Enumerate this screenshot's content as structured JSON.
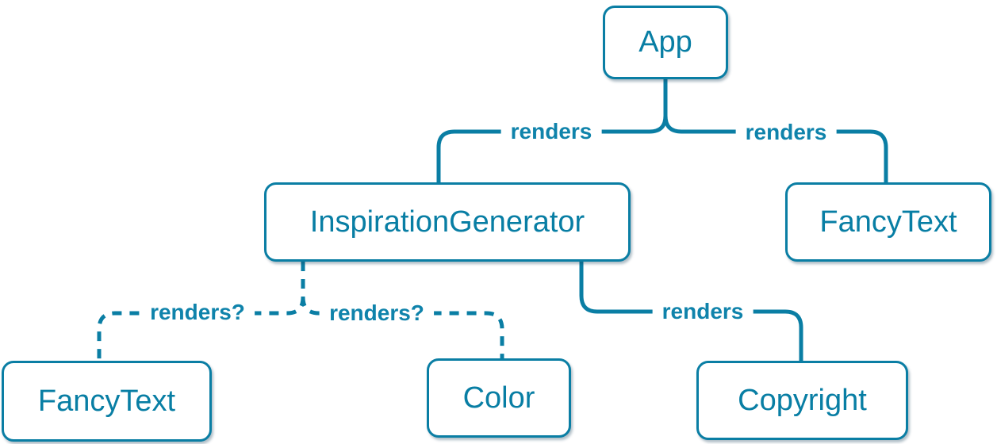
{
  "colors": {
    "background": "#ffffff",
    "stroke": "#0a7ea4",
    "node_bg": "#ffffff",
    "node_text": "#087ea4",
    "edge_label": "#0f83ab"
  },
  "diagram": {
    "type": "component-render-tree",
    "nodes": [
      {
        "id": "app",
        "label": "App"
      },
      {
        "id": "inspiration-generator",
        "label": "InspirationGenerator"
      },
      {
        "id": "fancy-text-right",
        "label": "FancyText"
      },
      {
        "id": "fancy-text-left",
        "label": "FancyText"
      },
      {
        "id": "color",
        "label": "Color"
      },
      {
        "id": "copyright",
        "label": "Copyright"
      }
    ],
    "edges": [
      {
        "from": "app",
        "to": "inspiration-generator",
        "label": "renders",
        "style": "solid"
      },
      {
        "from": "app",
        "to": "fancy-text-right",
        "label": "renders",
        "style": "solid"
      },
      {
        "from": "inspiration-generator",
        "to": "fancy-text-left",
        "label": "renders?",
        "style": "dashed"
      },
      {
        "from": "inspiration-generator",
        "to": "color",
        "label": "renders?",
        "style": "dashed"
      },
      {
        "from": "inspiration-generator",
        "to": "copyright",
        "label": "renders",
        "style": "solid"
      }
    ]
  }
}
